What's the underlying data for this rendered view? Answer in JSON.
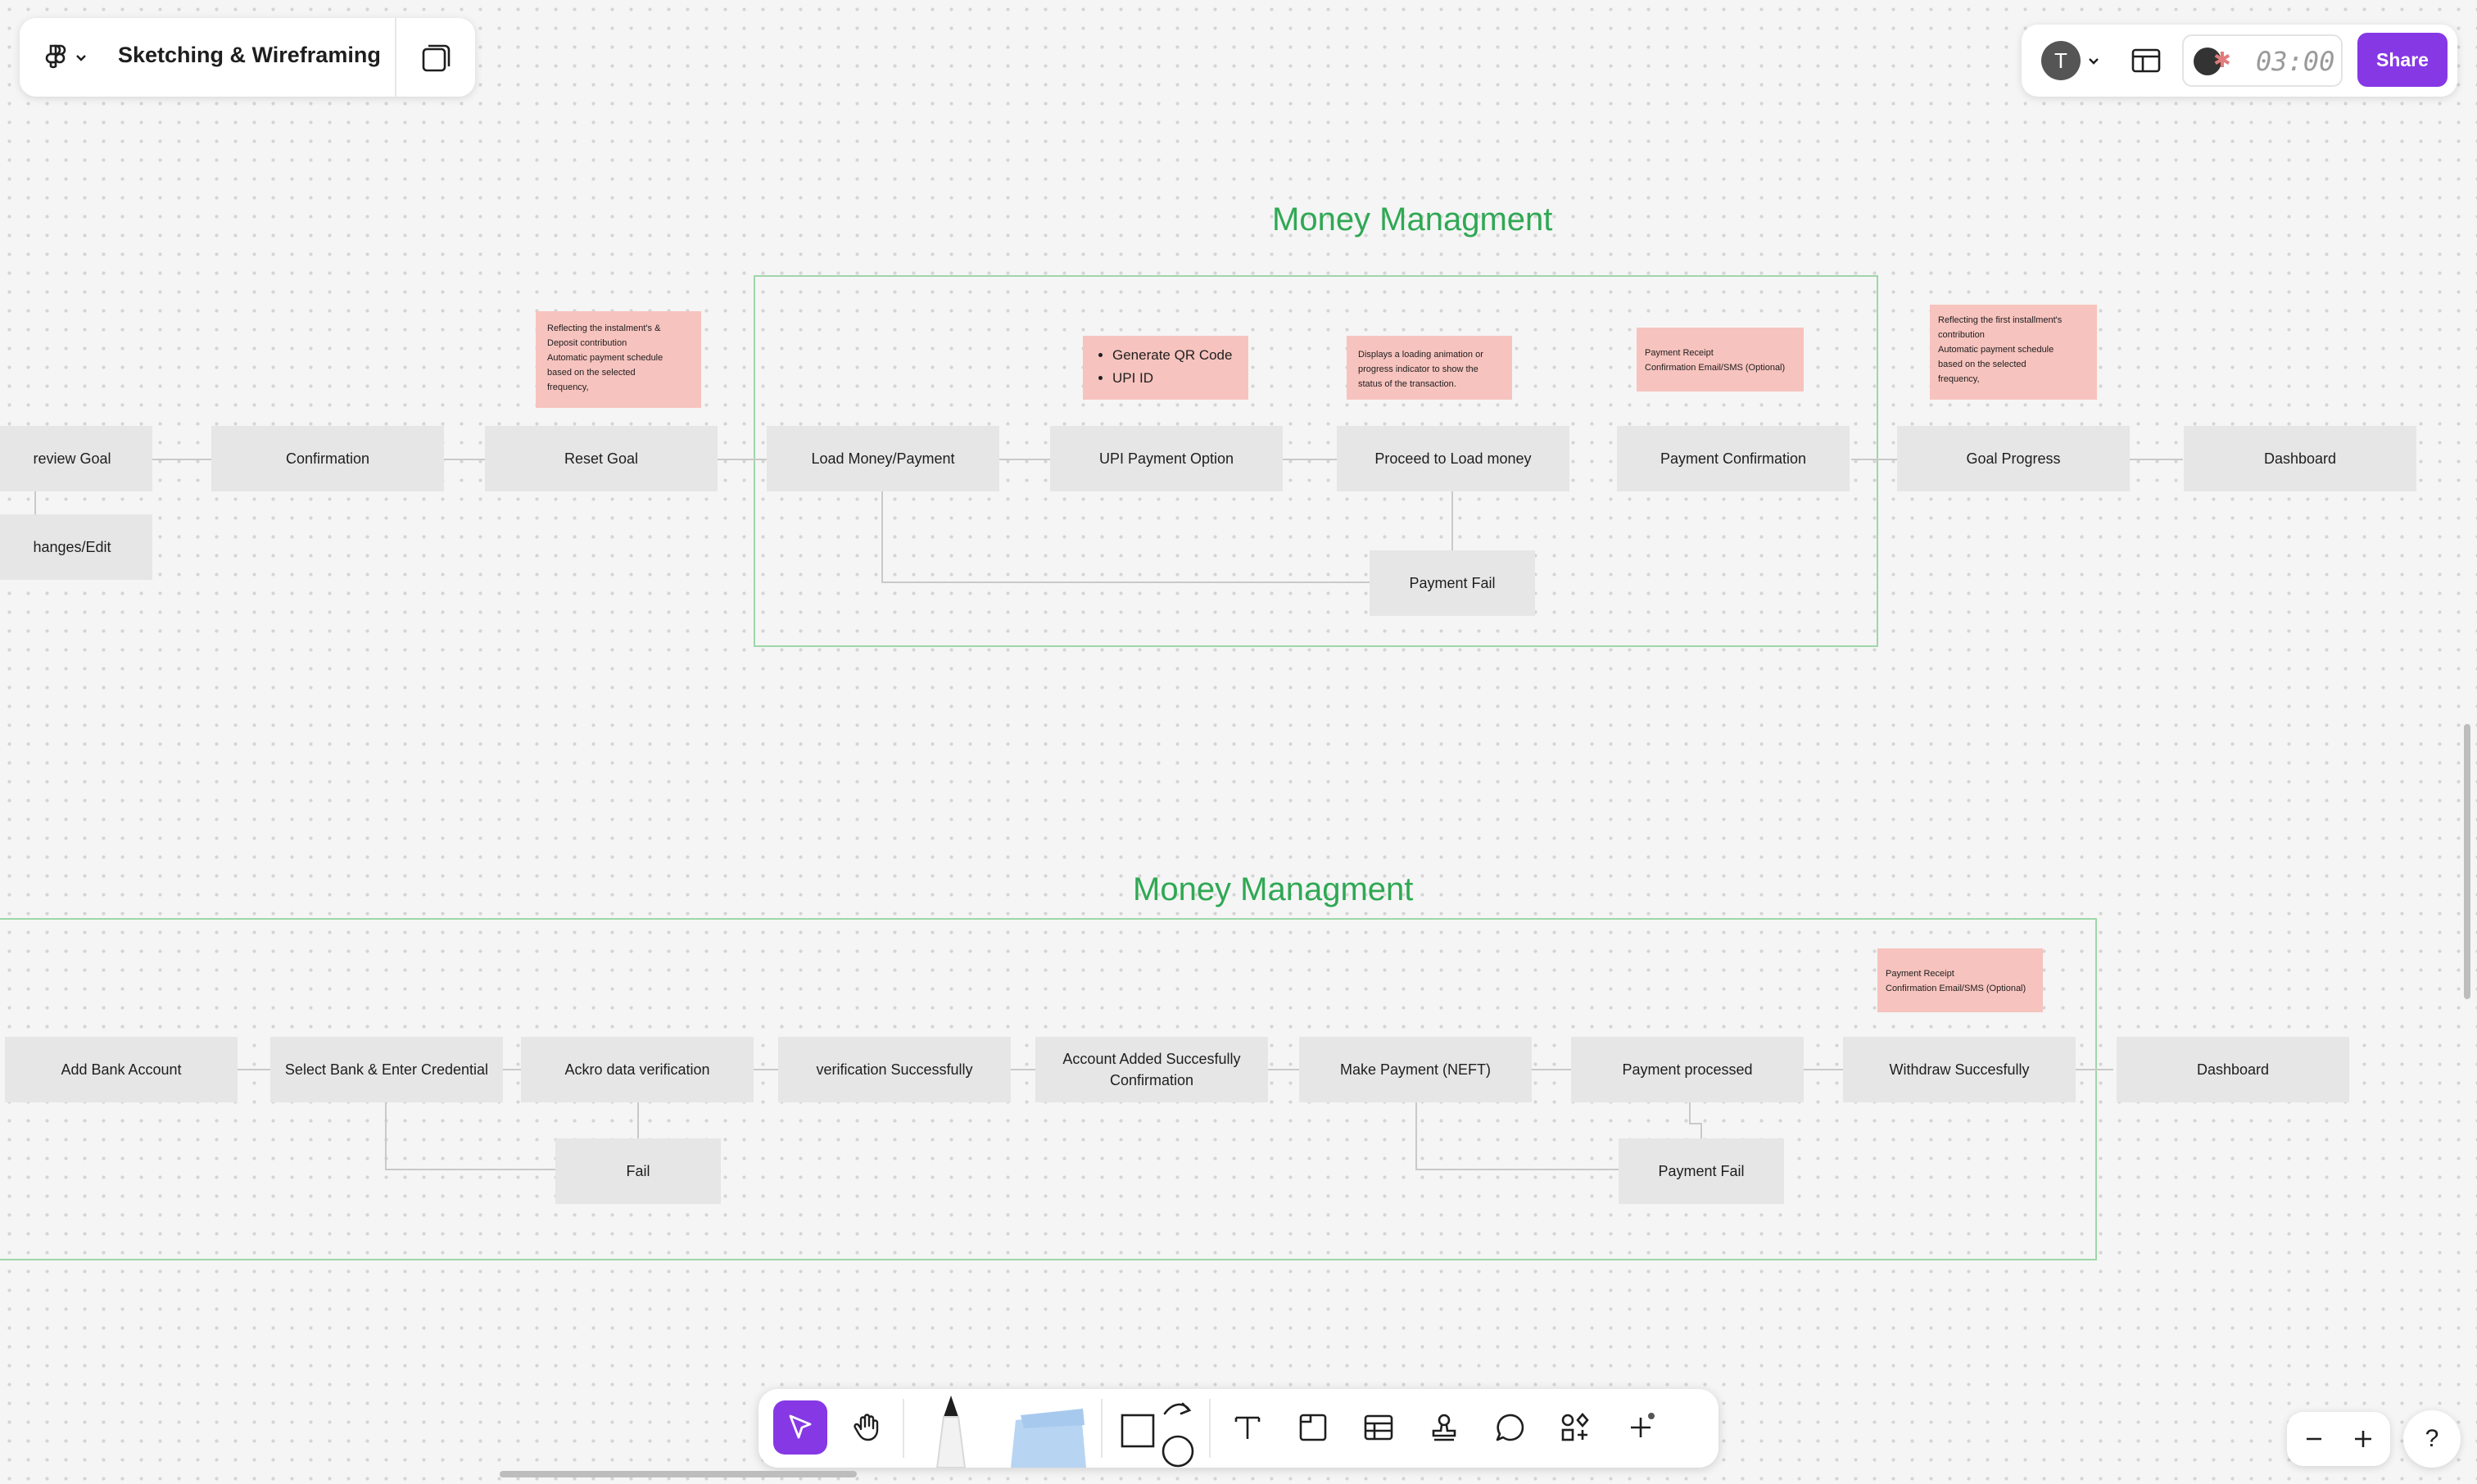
{
  "header": {
    "file_title": "Sketching & Wireframing",
    "avatar_initial": "T",
    "timer": "03:00",
    "share_label": "Share"
  },
  "section_top": {
    "title": "Money Managment",
    "nodes": {
      "preview_goal": "review Goal",
      "changes_edit": "hanges/Edit",
      "confirmation": "Confirmation",
      "reset_goal": "Reset Goal",
      "load_money": "Load Money/Payment",
      "upi_option": "UPI Payment Option",
      "proceed_load": "Proceed to Load money",
      "payment_confirmation": "Payment Confirmation",
      "goal_progress": "Goal Progress",
      "dashboard": "Dashboard",
      "payment_fail": "Payment Fail"
    },
    "notes": {
      "reset_goal_note": [
        "Reflecting the instalment's &",
        "Deposit contribution",
        "Automatic payment schedule",
        "based on the selected",
        "frequency,"
      ],
      "upi_note": [
        "Generate QR Code",
        "UPI ID"
      ],
      "loading_note": [
        "Displays a loading animation or",
        "progress indicator to show the",
        "status of the transaction."
      ],
      "receipt_note": [
        "Payment Receipt",
        "Confirmation Email/SMS (Optional)"
      ],
      "goal_progress_note": [
        "Reflecting the first installment's",
        "contribution",
        "Automatic payment schedule",
        "based on the selected",
        "frequency,"
      ]
    }
  },
  "section_bottom": {
    "title": "Money Managment",
    "nodes": {
      "add_bank": "Add Bank Account",
      "select_bank": "Select Bank & Enter Credential",
      "ackro_verify": "Ackro data verification",
      "verify_success": "verification Successfully",
      "account_added": "Account Added Succesfully Confirmation",
      "make_payment": "Make Payment (NEFT)",
      "payment_processed": "Payment processed",
      "withdraw_success": "Withdraw Succesfully",
      "dashboard": "Dashboard",
      "fail": "Fail",
      "payment_fail": "Payment Fail"
    },
    "notes": {
      "receipt_note": [
        "Payment Receipt",
        "Confirmation Email/SMS (Optional)"
      ]
    }
  },
  "colors": {
    "accent": "#8638e5",
    "section_green": "#2fa854",
    "node_gray": "#e6e6e6",
    "note_pink": "#f7c3be"
  },
  "icons": {
    "main_menu": "figma-logo-icon",
    "pages": "pages-icon",
    "layout": "layout-icon",
    "move": "cursor-arrow-icon",
    "hand": "hand-icon",
    "pen": "marker-icon",
    "sticky": "sticky-note-icon",
    "shape": "shape-icon",
    "text": "text-icon",
    "section": "section-icon",
    "table": "table-icon",
    "stamp": "stamp-icon",
    "comment": "comment-icon",
    "widgets": "widgets-icon",
    "more": "plus-icon",
    "zoom_out": "minus-icon",
    "zoom_in": "plus-icon",
    "help": "question-icon"
  },
  "help_label": "?"
}
